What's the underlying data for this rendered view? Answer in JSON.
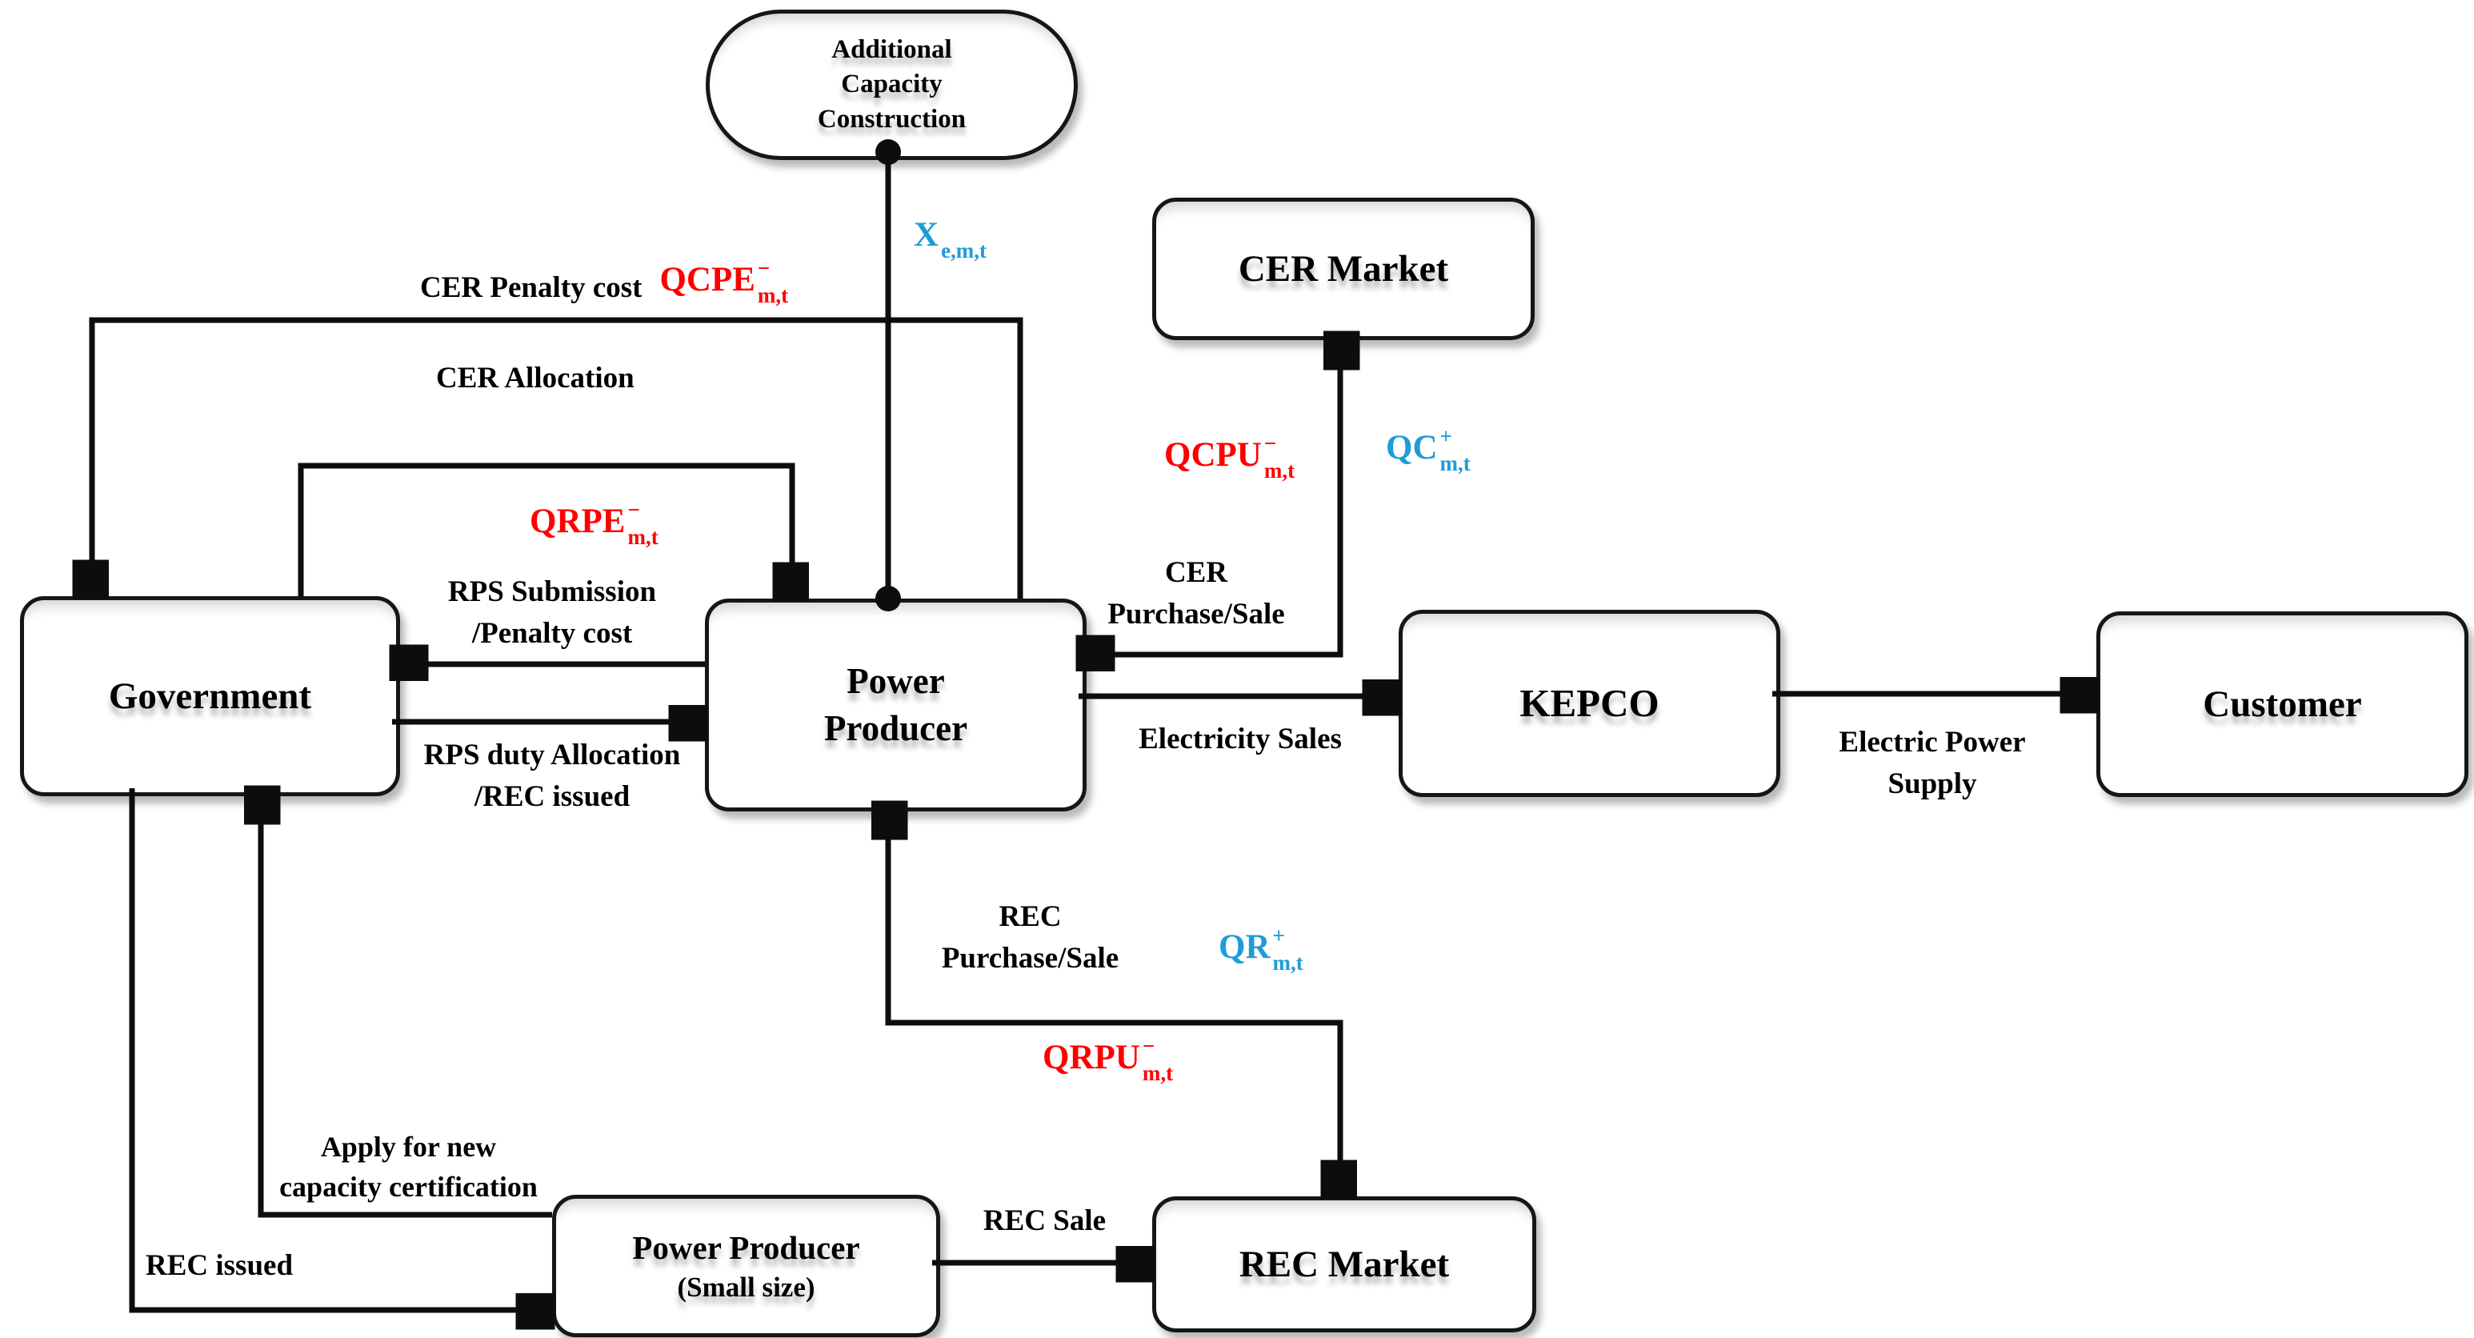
{
  "diagram": {
    "nodes": {
      "additional_capacity": {
        "line1": "Additional",
        "line2": "Capacity",
        "line3": "Construction"
      },
      "cer_market": {
        "label": "CER Market"
      },
      "government": {
        "label": "Government"
      },
      "power_producer": {
        "line1": "Power",
        "line2": "Producer"
      },
      "kepco": {
        "label": "KEPCO"
      },
      "customer": {
        "label": "Customer"
      },
      "small_producer": {
        "line1": "Power Producer",
        "line2": "(Small size)"
      },
      "rec_market": {
        "label": "REC Market"
      }
    },
    "edge_labels": {
      "cer_penalty": "CER Penalty cost",
      "cer_allocation": "CER Allocation",
      "rps_submission_line1": "RPS Submission",
      "rps_submission_line2": "/Penalty cost",
      "rps_duty_line1": "RPS duty Allocation",
      "rps_duty_line2": "/REC issued",
      "cer_purchase_line1": "CER",
      "cer_purchase_line2": "Purchase/Sale",
      "electricity_sales": "Electricity Sales",
      "electric_power_line1": "Electric Power",
      "electric_power_line2": "Supply",
      "rec_purchase_line1": "REC",
      "rec_purchase_line2": "Purchase/Sale",
      "apply_line1": "Apply for new",
      "apply_line2": "capacity certification",
      "rec_issued": "REC issued",
      "rec_sale": "REC Sale"
    },
    "formulas": {
      "qcpe": {
        "base": "QCPE",
        "sup": "−",
        "sub": "m,t"
      },
      "x": {
        "base": "X",
        "sub": "e,m,t"
      },
      "qcpu": {
        "base": "QCPU",
        "sup": "−",
        "sub": "m,t"
      },
      "qc": {
        "base": "QC",
        "sup": "+",
        "sub": "m,t"
      },
      "qrpe": {
        "base": "QRPE",
        "sup": "−",
        "sub": "m,t"
      },
      "qr": {
        "base": "QR",
        "sup": "+",
        "sub": "m,t"
      },
      "qrpu": {
        "base": "QRPU",
        "sup": "−",
        "sub": "m,t"
      }
    },
    "colors": {
      "penalty_red": "#fe0000",
      "decision_blue": "#1f9cd8",
      "line_black": "#0d0d0d"
    }
  }
}
